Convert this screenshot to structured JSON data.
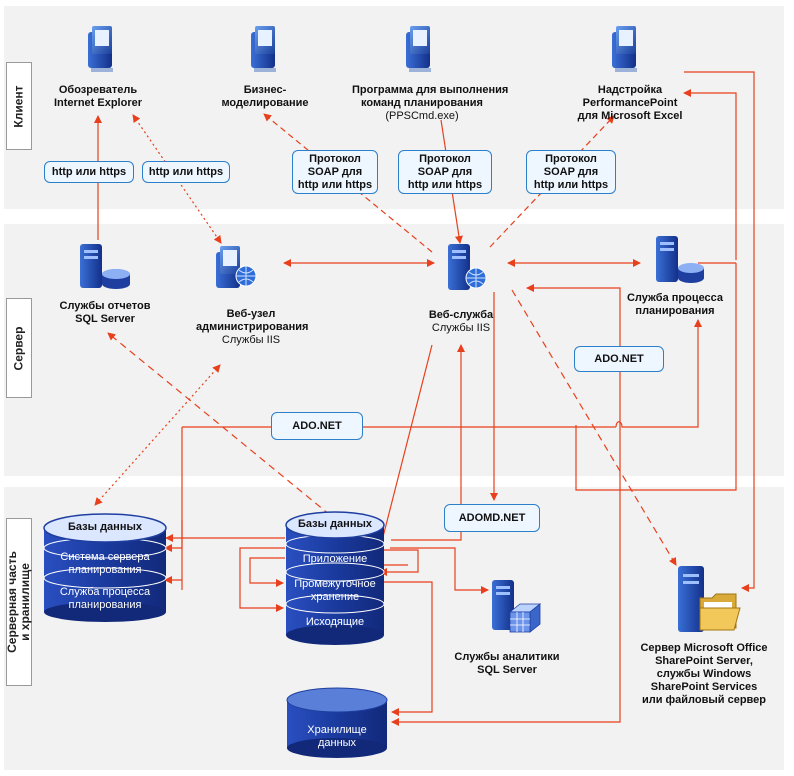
{
  "bands": {
    "client": "Клиент",
    "server": "Сервер",
    "backend_line1": "Серверная часть",
    "backend_line2": "и хранилище"
  },
  "client_nodes": {
    "ie": {
      "line1": "Обозреватель",
      "line2": "Internet Explorer"
    },
    "bm": {
      "line1": "Бизнес-",
      "line2": "моделирование"
    },
    "ppscmd": {
      "line1": "Программа для выполнения",
      "line2": "команд планирования",
      "line3": "(PPSCmd.exe)"
    },
    "excel": {
      "line1": "Надстройка",
      "line2": "PerformancePoint",
      "line3": "для Microsoft Excel"
    }
  },
  "pills": {
    "http1": "http или https",
    "http2": "http или https",
    "soap1": {
      "line1": "Протокол",
      "line2": "SOAP для",
      "line3": "http или https"
    },
    "soap2": {
      "line1": "Протокол",
      "line2": "SOAP для",
      "line3": "http или https"
    },
    "soap3": {
      "line1": "Протокол",
      "line2": "SOAP для",
      "line3": "http или https"
    },
    "adonet_right": "ADO.NET",
    "adonet_mid": "ADO.NET",
    "adomd": "ADOMD.NET"
  },
  "server_nodes": {
    "ssrs": {
      "line1": "Службы отчетов",
      "line2": "SQL Server"
    },
    "admin": {
      "line1": "Веб-узел",
      "line2": "администрирования",
      "line3": "Службы IIS"
    },
    "webservice": {
      "line1": "Веб-служба",
      "line2": "Службы IIS"
    },
    "planning": {
      "line1": "Служба процесса",
      "line2": "планирования"
    }
  },
  "backend": {
    "db_left": {
      "header": "Базы данных",
      "item1_line1": "Система сервера",
      "item1_line2": "планирования",
      "item2_line1": "Служба процесса",
      "item2_line2": "планирования"
    },
    "db_mid": {
      "header": "Базы данных",
      "item1": "Приложение",
      "item2_line1": "Промежуточное",
      "item2_line2": "хранение",
      "item3": "Исходящие"
    },
    "ssas": {
      "line1": "Службы аналитики",
      "line2": "SQL Server"
    },
    "sharepoint": {
      "line1": "Сервер Microsoft Office",
      "line2": "SharePoint Server,",
      "line3": "службы Windows",
      "line4": "SharePoint Services",
      "line5": "или файловый сервер"
    },
    "warehouse": {
      "line1": "Хранилище",
      "line2": "данных"
    }
  },
  "colors": {
    "arrow": "#e8401c",
    "db_blue": "#1f3fa0",
    "pill_border": "#2c7fc9",
    "band": "#f2f2f2"
  },
  "icons": [
    "computer-icon",
    "server-icon",
    "web-server-icon",
    "database-icon",
    "olap-cube-icon",
    "folder-icon"
  ]
}
